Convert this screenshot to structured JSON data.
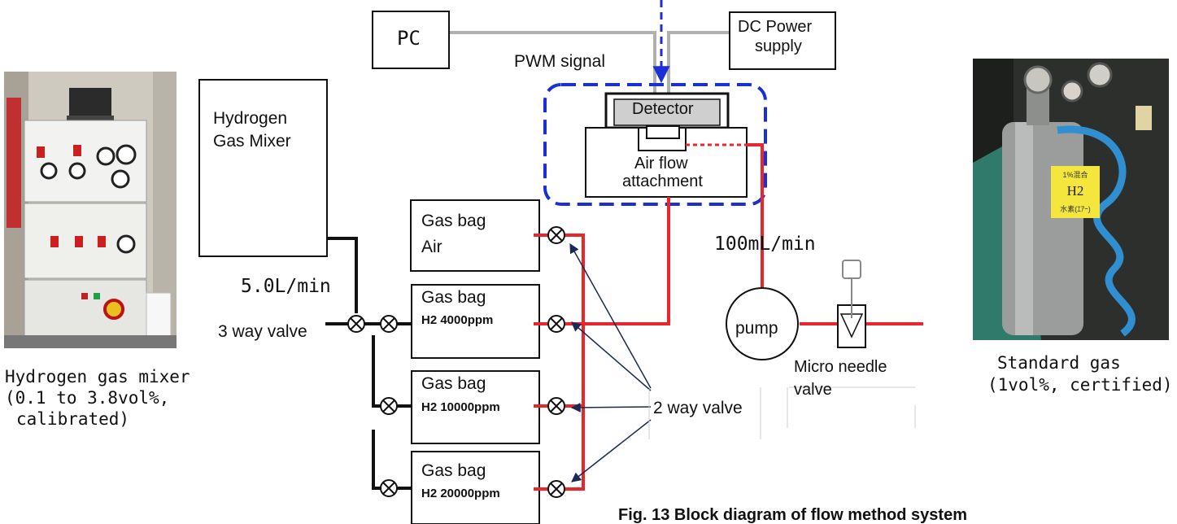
{
  "diagram": {
    "pc": "PC",
    "dc_power_1": "DC Power",
    "dc_power_2": "supply",
    "pwm_signal": "PWM signal",
    "detector": "Detector",
    "air_flow_1": "Air flow",
    "air_flow_2": "attachment",
    "mixer_1": "Hydrogen",
    "mixer_2": "Gas Mixer",
    "mixer_flow": "5.0L/min",
    "three_way_valve": "3 way valve",
    "gas_bag": "Gas bag",
    "bag_air": "Air",
    "bag_h2_4000": "H2 4000ppm",
    "bag_h2_10000": "H2 10000ppm",
    "bag_h2_20000": "H2 20000ppm",
    "flow_100": "100mL/min",
    "pump": "pump",
    "micro_needle_1": "Micro needle",
    "micro_needle_2": "valve",
    "two_way_valve": "2 way valve",
    "photo_left_1": "Hydrogen gas mixer",
    "photo_left_2": "(0.1  to 3.8vol%,",
    "photo_left_3": "calibrated)",
    "photo_right_1": "Standard gas",
    "photo_right_2": "(1vol%, certified)",
    "cylinder_label_1": "1%混合",
    "cylinder_label_2": "H2",
    "cylinder_label_3": "水素(ｴｱｰ)",
    "caption": "Fig. 13  Block diagram of flow method system"
  },
  "colors": {
    "gas_line": "#e8262b",
    "enclosure": "#1a2fd6",
    "signal_line": "#b0b0b0",
    "mixer_line": "#111111"
  }
}
